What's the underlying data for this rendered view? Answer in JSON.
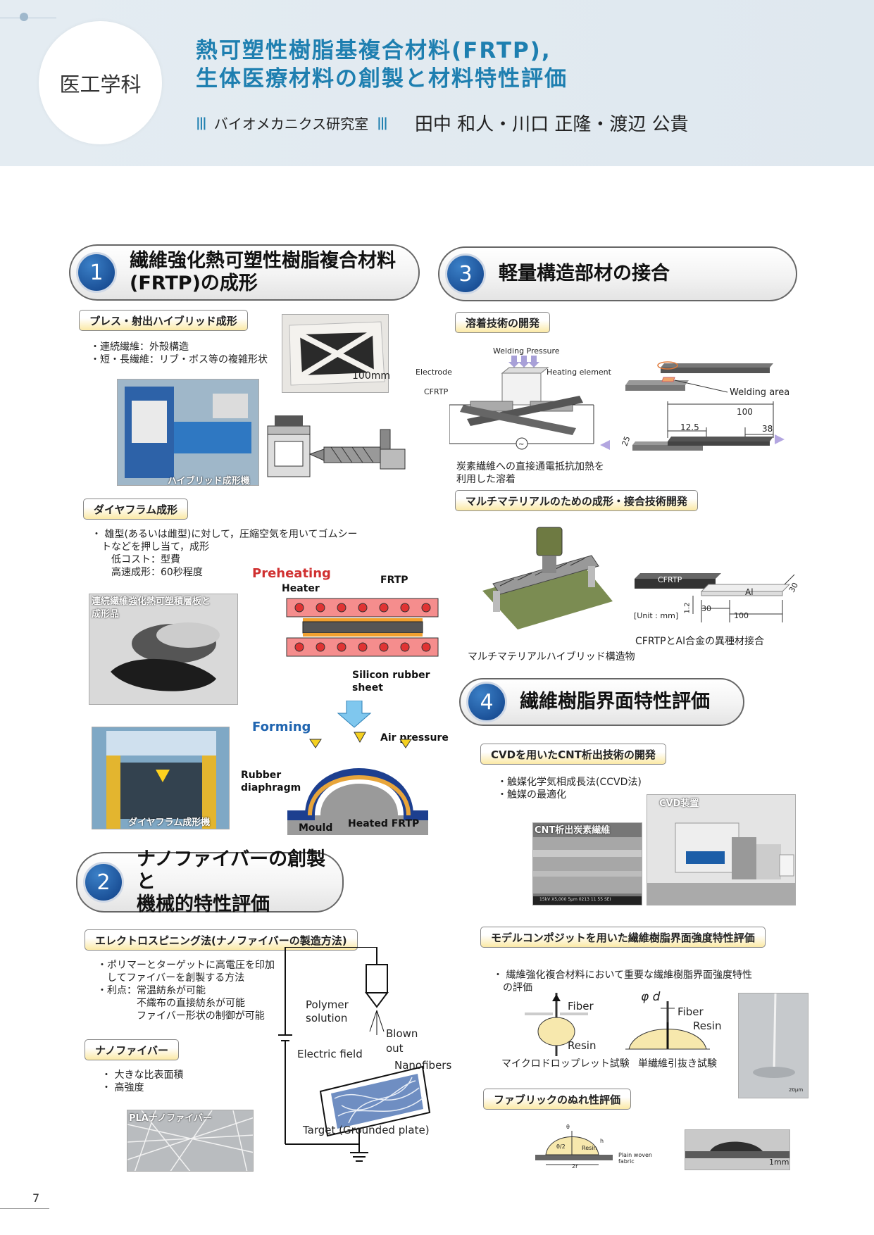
{
  "header": {
    "department": "医工学科",
    "title_line1": "熱可塑性樹脂基複合材料(FRTP),",
    "title_line2": "生体医療材料の創製と材料特性評価",
    "bars": "|||",
    "lab": "バイオメカニクス研究室",
    "authors": "田中 和人・川口 正隆・渡辺 公貴"
  },
  "s1": {
    "num": "1",
    "title1": "繊維強化熱可塑性樹脂複合材料",
    "title2": "(FRTP)の成形",
    "sub1": "プレス・射出ハイブリッド成形",
    "text1": "・連続繊維：外殻構造\n・短・長繊維：リブ・ボス等の複雑形状",
    "scale": "100mm",
    "photo_hybrid": "ハイブリッド成形機",
    "sub2": "ダイヤフラム成形",
    "text2": "・ 雄型(あるいは雌型)に対して，圧縮空気を用いてゴムシー\n　トなどを押し当て，成形\n　　低コスト：型費\n　　高速成形：60秒程度",
    "photo_laminate": "連続繊維強化熱可塑積層板と\n成形品",
    "photo_diaphragm": "ダイヤフラム成形機",
    "preheating": "Preheating",
    "heater": "Heater",
    "frtp": "FRTP",
    "silicon": "Silicon rubber\nsheet",
    "forming": "Forming",
    "air": "Air pressure",
    "rubber": "Rubber\ndiaphragm",
    "mould": "Mould",
    "heated": "Heated FRTP"
  },
  "s2": {
    "num": "2",
    "title1": "ナノファイバーの創製と",
    "title2": "機械的特性評価",
    "sub1": "エレクトロスピニング法(ナノファイバーの製造方法)",
    "text1": "・ポリマーとターゲットに高電圧を印加\n　してファイバーを創製する方法\n・利点：常温紡糸が可能\n　　　　不織布の直接紡糸が可能\n　　　　ファイバー形状の制御が可能",
    "polymer": "Polymer\nsolution",
    "blown": "Blown\nout",
    "efield": "Electric field",
    "nanofibers": "Nanofibers",
    "target": "Target (Grounded plate)",
    "sub2": "ナノファイバー",
    "text2": "・ 大きな比表面積\n・ 高強度",
    "photo_pla": "PLAナノファイバー"
  },
  "s3": {
    "num": "3",
    "title": "軽量構造部材の接合",
    "sub1": "溶着技術の開発",
    "welding_pressure": "Welding Pressure",
    "electrode": "Electrode",
    "heating_element": "Heating element",
    "cfrtp": "CFRTP",
    "welding_area": "Welding area",
    "d100": "100",
    "d125": "12.5",
    "d38": "38",
    "d25": "25",
    "text1": "炭素繊維への直接通電抵抗加熱を\n利用した溶着",
    "sub2": "マルチマテリアルのための成形・接合技術開発",
    "cfrtp2": "CFRTP",
    "al": "Al",
    "unit": "[Unit : mm]",
    "d30": "30",
    "d100b": "100",
    "d12": "1.2",
    "d30b": "30",
    "cap_joint": "CFRTPとAl合金の異種材接合",
    "cap_multi": "マルチマテリアルハイブリッド構造物"
  },
  "s4": {
    "num": "4",
    "title": "繊維樹脂界面特性評価",
    "sub1": "CVDを用いたCNT析出技術の開発",
    "text1": "・触媒化学気相成長法(CCVD法)\n・触媒の最適化",
    "photo_cnt": "CNT析出炭素繊維",
    "photo_cvd": "CVD装置",
    "sem": "15kV   X5,000    5μm    0213   11 55 SEI",
    "sub2": "モデルコンポジットを用いた繊維樹脂界面強度特性評価",
    "text2": "・ 繊維強化複合材料において重要な繊維樹脂界面強度特性\n　の評価",
    "fiber": "Fiber",
    "resin": "Resin",
    "phid": "φ d",
    "fiber2": "Fiber",
    "resin2": "Resin",
    "cap_micro": "マイクロドロップレット試験",
    "cap_pull": "単繊維引抜き試験",
    "scale20": "20μm",
    "sub3": "ファブリックのぬれ性評価",
    "theta": "θ",
    "theta2": "θ/2",
    "resin3": "Resin",
    "h": "h",
    "r2": "2r",
    "plain": "Plain woven\nfabric",
    "mm1": "1mm"
  },
  "page": "7"
}
